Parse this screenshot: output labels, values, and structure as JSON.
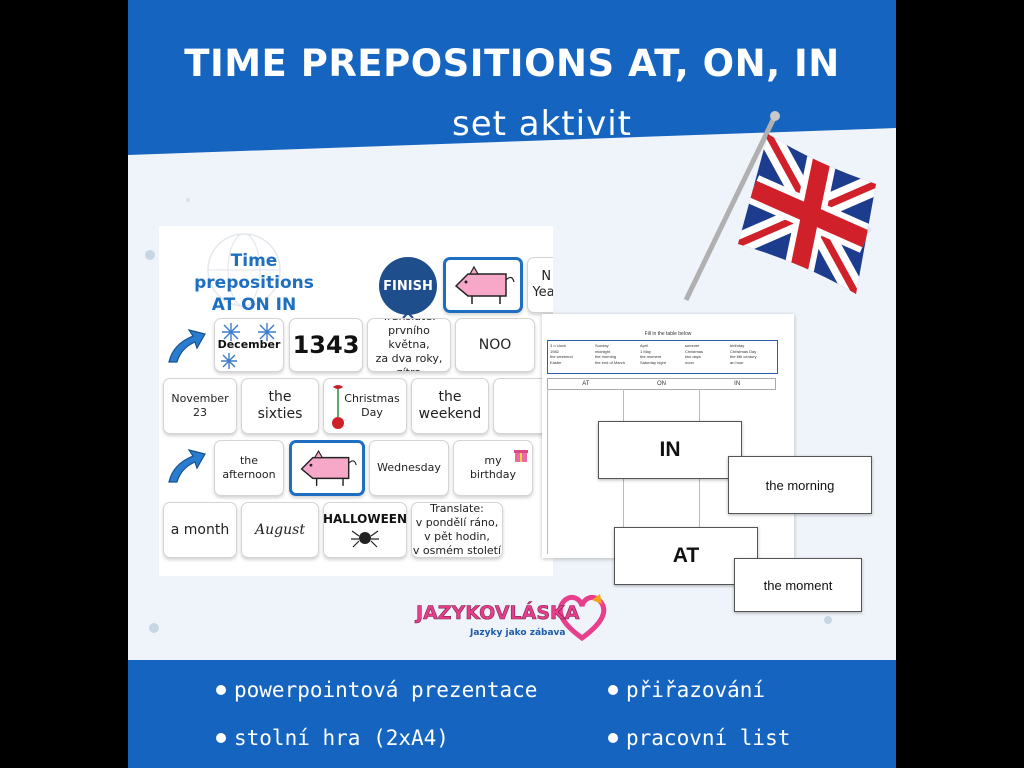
{
  "header": {
    "title": "TIME PREPOSITIONS AT, ON, IN",
    "subtitle": "set aktivit"
  },
  "board": {
    "title_lines": [
      "Time",
      "prepositions",
      "AT ON IN"
    ],
    "finish_label": "FINISH",
    "cards": [
      {
        "id": "new-year",
        "text": "N\nYear"
      },
      {
        "id": "december",
        "text": "December"
      },
      {
        "id": "year-1343",
        "text": "1343"
      },
      {
        "id": "translate-1",
        "text": "Translate:\nprvního května,\nza dva roky,\nzítra"
      },
      {
        "id": "noon",
        "text": "NOO"
      },
      {
        "id": "november-23",
        "text": "November\n23"
      },
      {
        "id": "the-sixties",
        "text": "the\nsixties"
      },
      {
        "id": "christmas-day",
        "text": "Christmas\nDay"
      },
      {
        "id": "the-weekend",
        "text": "the\nweekend"
      },
      {
        "id": "the-afternoon",
        "text": "the\nafternoon"
      },
      {
        "id": "wednesday",
        "text": "Wednesday"
      },
      {
        "id": "my-birthday",
        "text": "my\nbirthday"
      },
      {
        "id": "a-month",
        "text": "a month"
      },
      {
        "id": "august",
        "text": "August"
      },
      {
        "id": "halloween",
        "text": "HALLOWEEN"
      },
      {
        "id": "translate-2",
        "text": "Translate:\nv pondělí ráno,\nv pět hodin,\nv osmém století"
      }
    ]
  },
  "worksheet": {
    "title": "Fill in the table below",
    "word_bank": [
      [
        "3 o`clock",
        "Sunday",
        "April",
        "summer",
        "birthday"
      ],
      [
        "1982",
        "midnight",
        "1 May",
        "Christmas",
        "Christmas Day"
      ],
      [
        "the weekend",
        "the morning",
        "the moment",
        "two days",
        "the 6th century"
      ],
      [
        "Easter",
        "the end of March",
        "Saturday night",
        "noon",
        "an hour"
      ]
    ],
    "columns": [
      "AT",
      "ON",
      "IN"
    ],
    "pieces": {
      "in": "IN",
      "the_morning": "the morning",
      "at": "AT",
      "the_moment": "the moment"
    }
  },
  "logo": {
    "brand": "JAZYKOVLÁSKA",
    "tagline": "Jazyky jako zábava"
  },
  "features": [
    "powerpointová prezentace",
    "přiřazování",
    "stolní hra (2xA4)",
    "pracovní list"
  ],
  "colors": {
    "brand_blue": "#1565c0",
    "board_blue": "#1e6fc2",
    "pig_pink": "#f7a8c8",
    "logo_pink": "#e83e8c"
  }
}
